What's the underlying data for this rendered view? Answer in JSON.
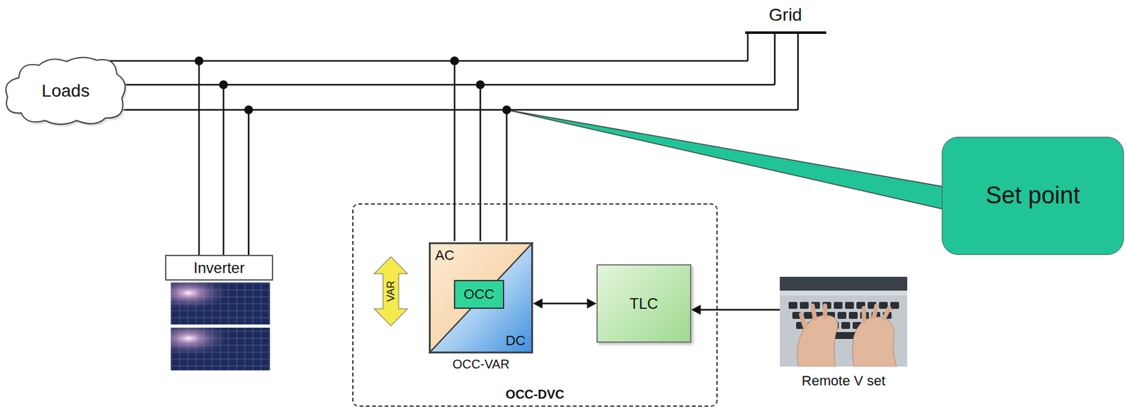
{
  "diagram": {
    "nodes": [
      {
        "text": [
          "Loads"
        ]
      },
      {
        "text": [
          "Inverter"
        ]
      },
      {
        "text": [
          "OCC-DVC"
        ]
      },
      {
        "text": [
          "VAR"
        ],
        "in": 2
      },
      {
        "text": [
          "AC",
          "DC",
          "OCC-VAR"
        ],
        "in": 2
      },
      {
        "text": [
          "OCC"
        ],
        "in": 4
      },
      {
        "text": [
          "TLC"
        ],
        "in": 2
      },
      {
        "text": [
          "Remote V set"
        ]
      },
      {
        "text": [
          "Set point"
        ]
      }
    ],
    "edges": [
      {
        "from": 4,
        "to": 6,
        "arrow": "both"
      },
      {
        "from": 7,
        "to": 6,
        "arrow": "to"
      }
    ],
    "labels": [
      "Grid"
    ]
  }
}
